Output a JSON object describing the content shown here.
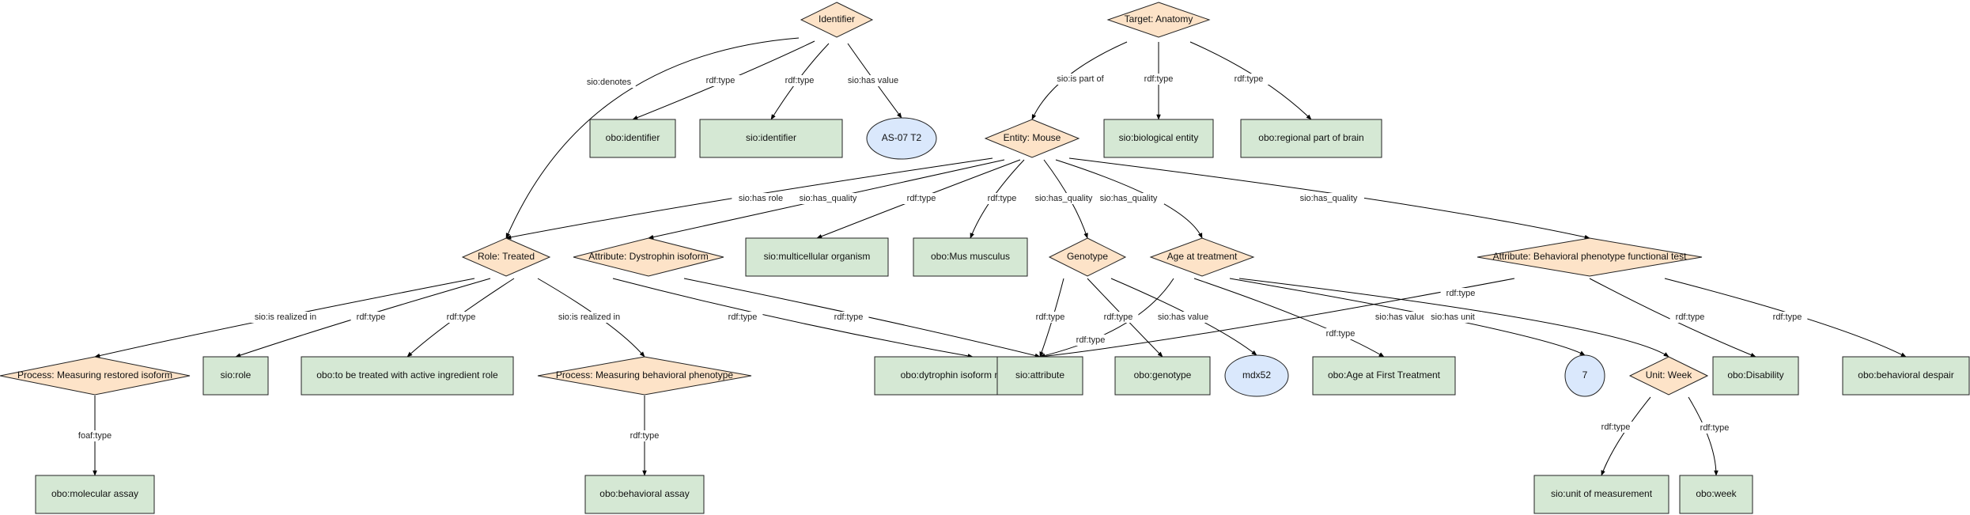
{
  "diagram": {
    "nodes": [
      {
        "id": "identifier",
        "label": "Identifier",
        "kind": "entity"
      },
      {
        "id": "target_anatomy",
        "label": "Target: Anatomy",
        "kind": "entity"
      },
      {
        "id": "obo_identifier",
        "label": "obo:identifier",
        "kind": "class"
      },
      {
        "id": "sio_identifier",
        "label": "sio:identifier",
        "kind": "class"
      },
      {
        "id": "as07",
        "label": "AS-07 T2",
        "kind": "value"
      },
      {
        "id": "entity_mouse",
        "label": "Entity: Mouse",
        "kind": "entity"
      },
      {
        "id": "sio_bio_entity",
        "label": "sio:biological entity",
        "kind": "class"
      },
      {
        "id": "obo_regional",
        "label": "obo:regional part of brain",
        "kind": "class"
      },
      {
        "id": "role_treated",
        "label": "Role: Treated",
        "kind": "entity"
      },
      {
        "id": "attr_dystrophin",
        "label": "Attribute: Dystrophin isoform",
        "kind": "entity"
      },
      {
        "id": "sio_multicellular",
        "label": "sio:multicellular organism",
        "kind": "class"
      },
      {
        "id": "obo_mus",
        "label": "obo:Mus musculus",
        "kind": "class"
      },
      {
        "id": "genotype",
        "label": "Genotype",
        "kind": "entity"
      },
      {
        "id": "age_treatment",
        "label": "Age at treatment",
        "kind": "entity"
      },
      {
        "id": "attr_behavioral",
        "label": "Attribute: Behavioral phenotype functional test",
        "kind": "entity"
      },
      {
        "id": "proc_restored",
        "label": "Process: Measuring restored isoform",
        "kind": "entity"
      },
      {
        "id": "sio_role",
        "label": "sio:role",
        "kind": "class"
      },
      {
        "id": "obo_treated",
        "label": "obo:to be treated with active ingredient role",
        "kind": "class"
      },
      {
        "id": "proc_behavioral",
        "label": "Process: Measuring behavioral phenotype",
        "kind": "entity"
      },
      {
        "id": "obo_dystrophin_m1",
        "label": "obo:dytrophin isoform m1 (mouse)",
        "kind": "class"
      },
      {
        "id": "sio_attribute",
        "label": "sio:attribute",
        "kind": "class"
      },
      {
        "id": "obo_genotype",
        "label": "obo:genotype",
        "kind": "class"
      },
      {
        "id": "mdx52",
        "label": "mdx52",
        "kind": "value"
      },
      {
        "id": "obo_age_first",
        "label": "obo:Age at First Treatment",
        "kind": "class"
      },
      {
        "id": "val7",
        "label": "7",
        "kind": "value"
      },
      {
        "id": "unit_week",
        "label": "Unit: Week",
        "kind": "entity"
      },
      {
        "id": "obo_disability",
        "label": "obo:Disability",
        "kind": "class"
      },
      {
        "id": "obo_despair",
        "label": "obo:behavioral despair",
        "kind": "class"
      },
      {
        "id": "obo_molecular",
        "label": "obo:molecular assay",
        "kind": "class"
      },
      {
        "id": "obo_behav_assay",
        "label": "obo:behavioral assay",
        "kind": "class"
      },
      {
        "id": "sio_unit",
        "label": "sio:unit of measurement",
        "kind": "class"
      },
      {
        "id": "obo_week",
        "label": "obo:week",
        "kind": "class"
      }
    ],
    "edges": [
      {
        "from": "identifier",
        "to": "role_treated",
        "label": "sio:denotes"
      },
      {
        "from": "identifier",
        "to": "obo_identifier",
        "label": "rdf:type"
      },
      {
        "from": "identifier",
        "to": "sio_identifier",
        "label": "rdf:type"
      },
      {
        "from": "identifier",
        "to": "as07",
        "label": "sio:has value"
      },
      {
        "from": "target_anatomy",
        "to": "entity_mouse",
        "label": "sio:is part of"
      },
      {
        "from": "target_anatomy",
        "to": "sio_bio_entity",
        "label": "rdf:type"
      },
      {
        "from": "target_anatomy",
        "to": "obo_regional",
        "label": "rdf:type"
      },
      {
        "from": "entity_mouse",
        "to": "role_treated",
        "label": "sio:has role"
      },
      {
        "from": "entity_mouse",
        "to": "attr_dystrophin",
        "label": "sio:has_quality"
      },
      {
        "from": "entity_mouse",
        "to": "sio_multicellular",
        "label": "rdf:type"
      },
      {
        "from": "entity_mouse",
        "to": "obo_mus",
        "label": "rdf:type"
      },
      {
        "from": "entity_mouse",
        "to": "genotype",
        "label": "sio:has_quality"
      },
      {
        "from": "entity_mouse",
        "to": "age_treatment",
        "label": "sio:has_quality"
      },
      {
        "from": "entity_mouse",
        "to": "attr_behavioral",
        "label": "sio:has_quality"
      },
      {
        "from": "role_treated",
        "to": "proc_restored",
        "label": "sio:is realized in"
      },
      {
        "from": "role_treated",
        "to": "sio_role",
        "label": "rdf:type"
      },
      {
        "from": "role_treated",
        "to": "obo_treated",
        "label": "rdf:type"
      },
      {
        "from": "role_treated",
        "to": "proc_behavioral",
        "label": "sio:is realized in"
      },
      {
        "from": "attr_dystrophin",
        "to": "obo_dystrophin_m1",
        "label": "rdf:type"
      },
      {
        "from": "attr_dystrophin",
        "to": "sio_attribute",
        "label": "rdf:type"
      },
      {
        "from": "genotype",
        "to": "sio_attribute",
        "label": "rdf:type"
      },
      {
        "from": "genotype",
        "to": "obo_genotype",
        "label": "rdf:type"
      },
      {
        "from": "genotype",
        "to": "mdx52",
        "label": "sio:has value"
      },
      {
        "from": "age_treatment",
        "to": "sio_attribute",
        "label": "rdf:type"
      },
      {
        "from": "age_treatment",
        "to": "obo_age_first",
        "label": "rdf:type"
      },
      {
        "from": "age_treatment",
        "to": "val7",
        "label": "sio:has value"
      },
      {
        "from": "age_treatment",
        "to": "unit_week",
        "label": "sio:has unit"
      },
      {
        "from": "attr_behavioral",
        "to": "sio_attribute",
        "label": "rdf:type"
      },
      {
        "from": "attr_behavioral",
        "to": "obo_disability",
        "label": "rdf:type"
      },
      {
        "from": "attr_behavioral",
        "to": "obo_despair",
        "label": "rdf:type"
      },
      {
        "from": "proc_restored",
        "to": "obo_molecular",
        "label": "foaf:type"
      },
      {
        "from": "proc_behavioral",
        "to": "obo_behav_assay",
        "label": "rdf:type"
      },
      {
        "from": "unit_week",
        "to": "sio_unit",
        "label": "rdf:type"
      },
      {
        "from": "unit_week",
        "to": "obo_week",
        "label": "rdf:type"
      }
    ]
  }
}
